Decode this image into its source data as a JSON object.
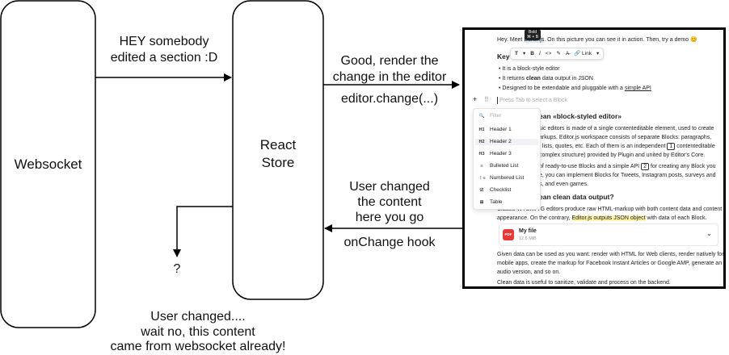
{
  "boxes": {
    "websocket": "Websocket",
    "store_line1": "React",
    "store_line2": "Store"
  },
  "arrows": {
    "ws_to_store_l1": "HEY somebody",
    "ws_to_store_l2": "edited a section :D",
    "store_to_editor_l1": "Good, render the",
    "store_to_editor_l2": "change in the editor",
    "store_to_editor_l3": "editor.change(...)",
    "editor_to_store_l1": "User changed",
    "editor_to_store_l2": "the content",
    "editor_to_store_l3": "here you go",
    "editor_to_store_l4": "onChange hook",
    "question_mark": "?"
  },
  "bottom_note": {
    "line1": "User changed....",
    "line2": "wait no, this content",
    "line3": "came from websocket already!"
  },
  "editor": {
    "intro_before": "Hey. Meet",
    "intro_link": "Editor.js",
    "intro_after": ". On this picture you can see it in action. Then, try a demo 😊",
    "tooltip_line1": "Bold",
    "tooltip_line2": "⌘ + B",
    "key_label": "Key",
    "toolbar": {
      "t": "T",
      "bold": "B",
      "italic": "I",
      "code": "<>",
      "marker": "✎",
      "clear": "A̶",
      "link": "🔗 Link"
    },
    "bullets": [
      "It is a block-style editor",
      "It returns",
      "clean",
      "data output in JSON",
      "Designed to be extendable and pluggable with a",
      "simple API"
    ],
    "placeholder": "Press Tab to select a Block",
    "heading1_tail": "ean «block-styled editor»",
    "para1": [
      "sic editors is made of a single contenteditable element, used to create",
      "arkups. Editor.js workspace consists of separate Blocks: paragraphs,",
      ", lists, quotes, etc. Each of them is an independent",
      "contenteditable",
      "complex structure) provided by Plugin and united by Editor's Core."
    ],
    "para1_badge": "1",
    "para2": [
      "of ready-to-use Blocks and a simple API",
      "for creating any Block you",
      "e, you can implement Blocks for Tweets, Instagram posts, surveys and",
      "s, and even games."
    ],
    "para2_badge": "2",
    "heading2_tail": "ean clean data output?",
    "para3_l1": "Classic WYSIWYG editors produce raw HTML-markup with both content data and content",
    "para3_l2_before": "appearance. On the contrary,",
    "para3_l2_hl": "Editor.js outputs JSON object",
    "para3_l2_after": "with data of each Block.",
    "file_name": "My file",
    "file_size": "12.6 MiB",
    "file_icon": "PDF",
    "para4_l1": "Given data can be used as you want: render with HTML for Web clients, render natively for",
    "para4_l2": "mobile apps, create the markup for Facebook Instant Articles or Google AMP, generate an",
    "para4_l3": "audio version, and so on.",
    "para5": "Clean data is useful to sanitize, validate and process on the backend.",
    "menu": {
      "filter": "Filter",
      "items": [
        {
          "icon": "H1",
          "label": "Header 1"
        },
        {
          "icon": "H2",
          "label": "Header 2"
        },
        {
          "icon": "H3",
          "label": "Header 3"
        },
        {
          "icon": "≡",
          "label": "Bulleted List"
        },
        {
          "icon": "⋮≡",
          "label": "Numbered List"
        },
        {
          "icon": "☑",
          "label": "Checklist"
        },
        {
          "icon": "⊞",
          "label": "Table"
        }
      ]
    }
  }
}
